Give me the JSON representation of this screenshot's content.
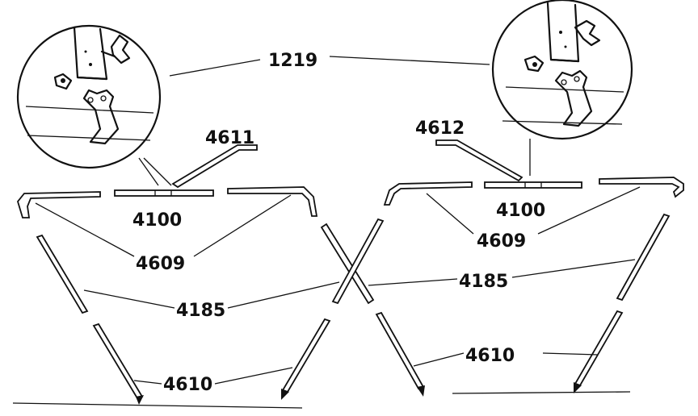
{
  "labels": {
    "clamp": "1219",
    "leader_left": "4611",
    "leader_right": "4612",
    "joiner_left": "4100",
    "joiner_right": "4100",
    "bend_left": "4609",
    "bend_right": "4609",
    "pole_left": "4185",
    "pole_right": "4185",
    "stake_left": "4610",
    "stake_right": "4610"
  }
}
